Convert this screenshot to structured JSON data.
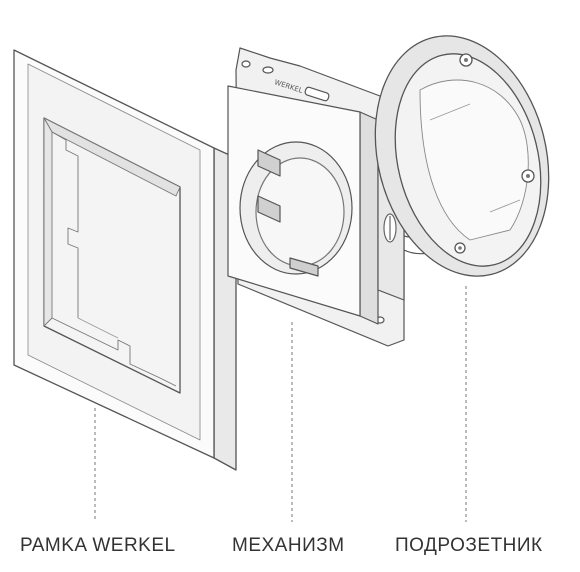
{
  "captions": {
    "frame": "PAMKA WERKEL",
    "mechanism": "МЕХАНИЗМ",
    "mounting_box": "ПОДРОЗЕТНИК"
  },
  "brand_mark": "WERKEL"
}
